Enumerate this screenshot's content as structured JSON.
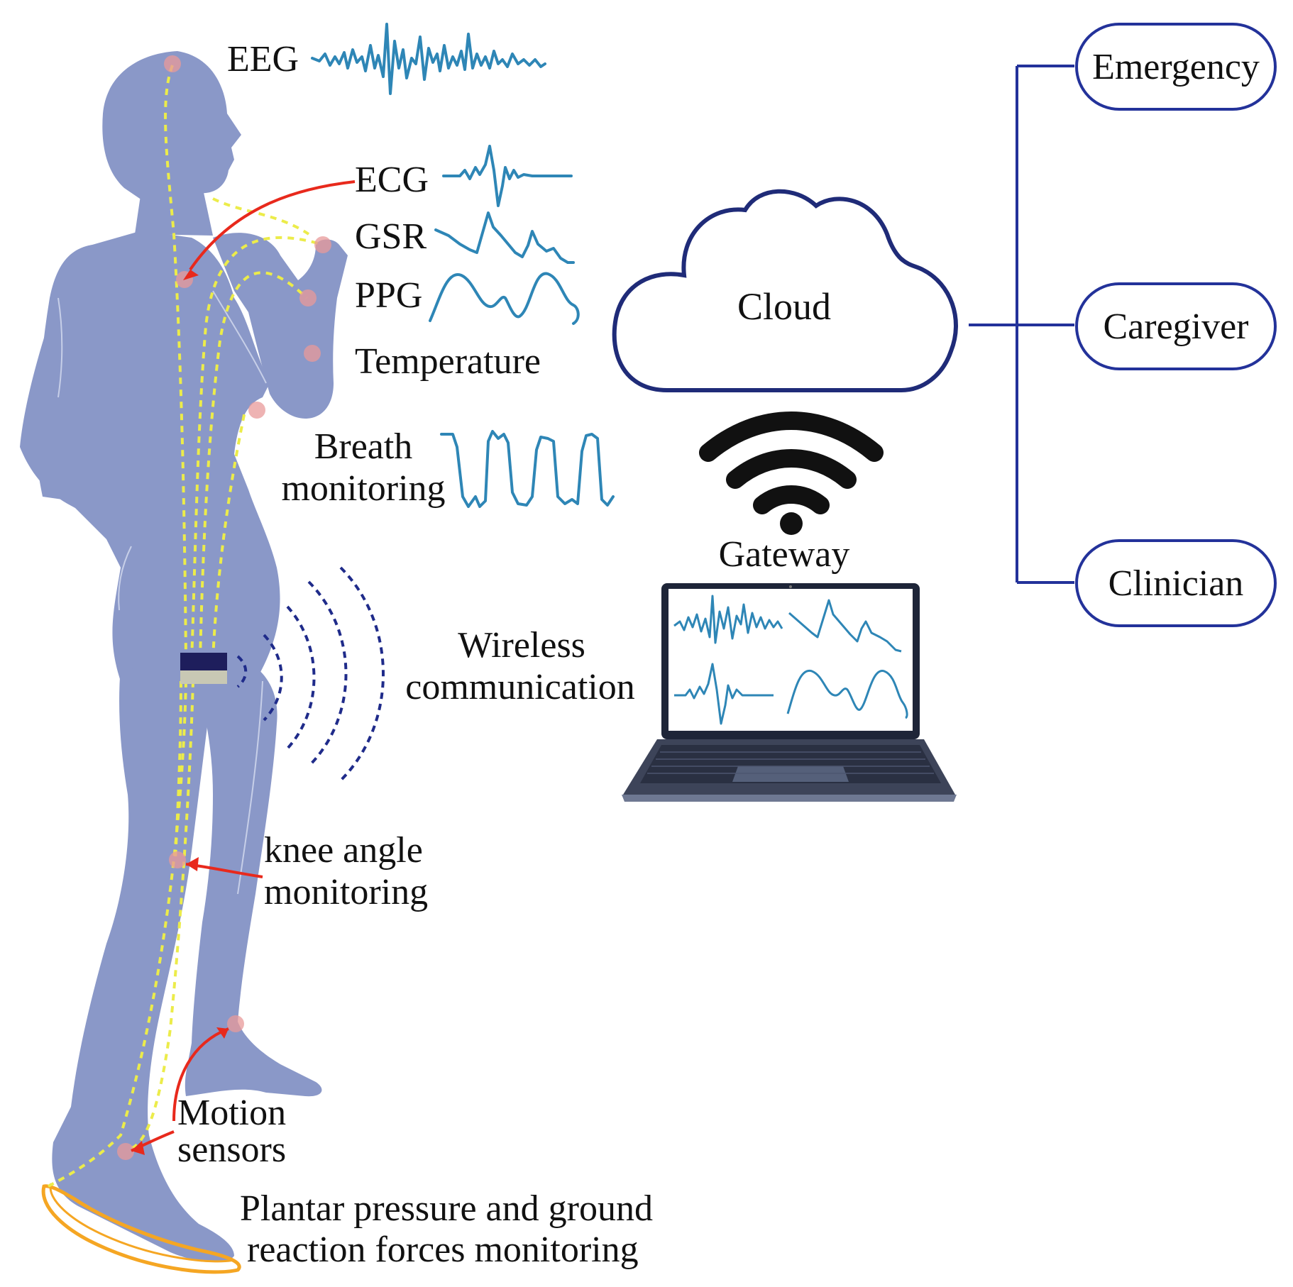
{
  "colors": {
    "body": "#8a98c8",
    "signal": "#2e86b6",
    "wire": "#ecec4a",
    "arrow": "#e8291c",
    "node_border": "#23329a",
    "cloud_border": "#1f2b78",
    "wifi": "#111111",
    "insole": "#f5a623",
    "sensor": "#e89a9a"
  },
  "sensors": {
    "eeg": "EEG",
    "ecg": "ECG",
    "gsr": "GSR",
    "ppg": "PPG",
    "temperature": "Temperature",
    "breath_line1": "Breath",
    "breath_line2": "monitoring",
    "knee_line1": "knee angle",
    "knee_line2": "monitoring",
    "motion_line1": "Motion",
    "motion_line2": "sensors",
    "plantar_line1": "Plantar pressure and ground",
    "plantar_line2": "reaction forces monitoring"
  },
  "communication": {
    "wireless_line1": "Wireless",
    "wireless_line2": "communication",
    "gateway": "Gateway",
    "cloud": "Cloud"
  },
  "recipients": [
    "Emergency",
    "Caregiver",
    "Clinician"
  ]
}
